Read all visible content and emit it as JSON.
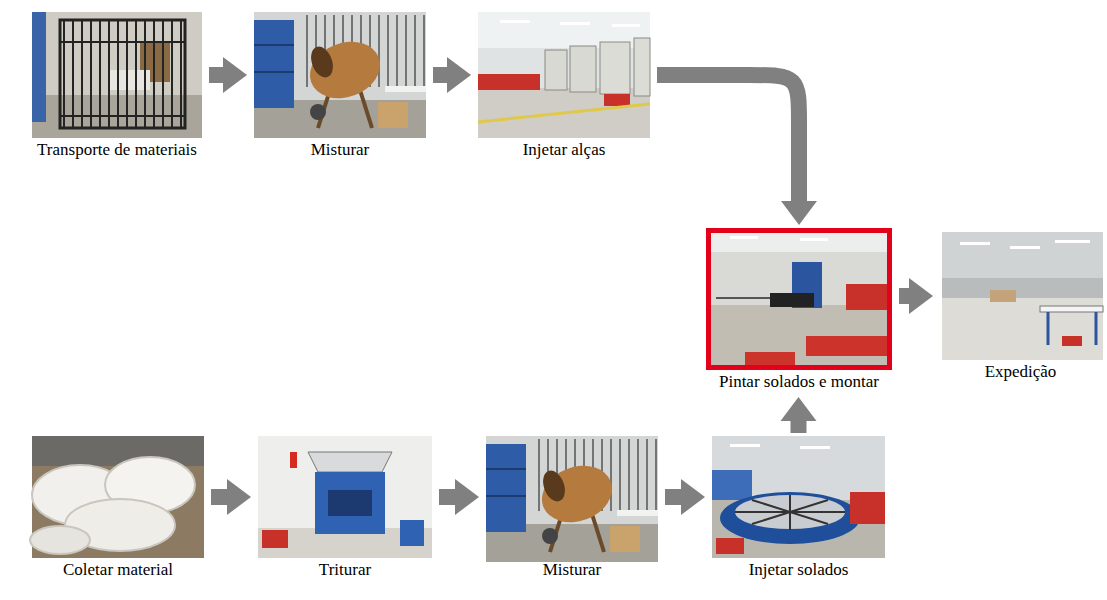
{
  "diagram": {
    "nodes": [
      {
        "text": [
          "Transporte de materiais"
        ]
      },
      {
        "text": [
          "Misturar"
        ]
      },
      {
        "text": [
          "Injetar alças"
        ]
      },
      {
        "text": [
          "Pintar solados e montar"
        ]
      },
      {
        "text": [
          "Expedição"
        ]
      },
      {
        "text": [
          "Coletar material"
        ]
      },
      {
        "text": [
          "Triturar"
        ]
      },
      {
        "text": [
          "Misturar"
        ]
      },
      {
        "text": [
          "Injetar solados"
        ]
      }
    ],
    "edges": [
      {
        "from": 0,
        "to": 1,
        "arrow": "to"
      },
      {
        "from": 1,
        "to": 2,
        "arrow": "to"
      },
      {
        "from": 2,
        "to": 3,
        "arrow": "to"
      },
      {
        "from": 3,
        "to": 4,
        "arrow": "to"
      },
      {
        "from": 5,
        "to": 6,
        "arrow": "to"
      },
      {
        "from": 6,
        "to": 7,
        "arrow": "to"
      },
      {
        "from": 7,
        "to": 8,
        "arrow": "to"
      },
      {
        "from": 8,
        "to": 3,
        "arrow": "to"
      }
    ]
  }
}
